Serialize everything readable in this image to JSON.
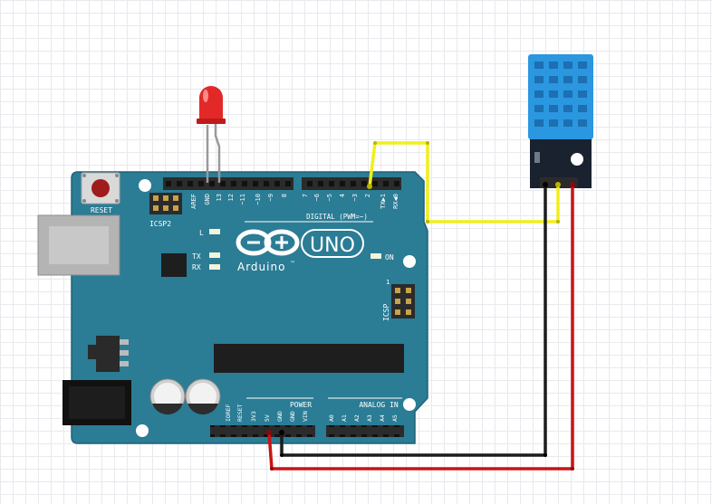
{
  "board": {
    "reset_label": "RESET",
    "icsp2_label": "ICSP2",
    "icsp_label": "ICSP",
    "aref": "AREF",
    "gnd": "GND",
    "pin13": "13",
    "pin12": "12",
    "pin11": "~11",
    "pin10": "~10",
    "pin9": "~9",
    "pin8": "8",
    "pin7": "7",
    "pin6": "~6",
    "pin5": "~5",
    "pin4": "4",
    "pin3": "~3",
    "pin2": "2",
    "tx1": "TX▶1",
    "rx0": "RX◀0",
    "digital_label": "DIGITAL (PWM=~)",
    "led_l": "L",
    "led_tx": "TX",
    "led_rx": "RX",
    "on_label": "ON",
    "icsp_pin1": "1",
    "brand": "Arduino",
    "tm": "™",
    "model": "UNO",
    "power_label": "POWER",
    "analog_label": "ANALOG IN",
    "ioref": "IOREF",
    "reset_pin": "RESET",
    "v33": "3V3",
    "v5": "5V",
    "gnd1": "GND",
    "gnd2": "GND",
    "vin": "VIN",
    "a0": "A0",
    "a1": "A1",
    "a2": "A2",
    "a3": "A3",
    "a4": "A4",
    "a5": "A5"
  },
  "colors": {
    "board": "#2b7c95",
    "header": "#2a2a2a",
    "led": "#e32828",
    "sensor_blue": "#2a97e0",
    "sensor_pcb": "#1a2230",
    "wire_signal": "#f1ef1a",
    "wire_gnd": "#1c1c1c",
    "wire_vcc": "#c91414"
  }
}
